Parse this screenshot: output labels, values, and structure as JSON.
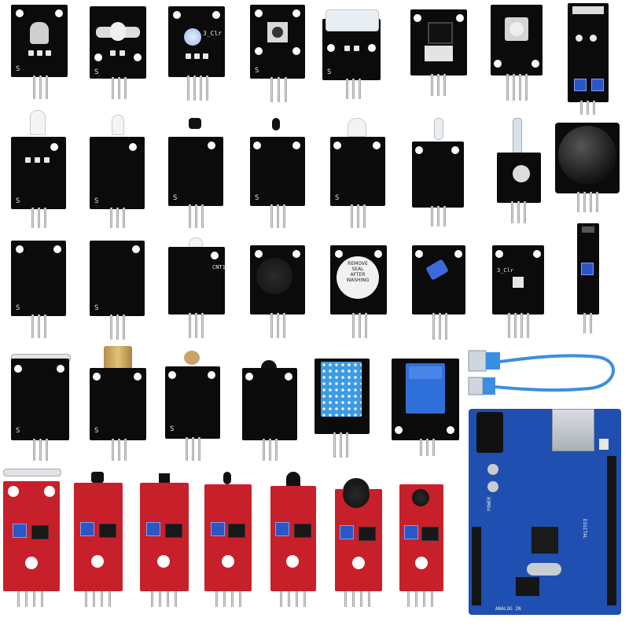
{
  "scene": {
    "description_alt": "",
    "background": "#ffffff",
    "colors": {
      "black_pcb": "#0b0b0b",
      "red_pcb": "#c8202a",
      "blue_pcb": "#1f4fb0",
      "usb_cable": "#3a8fe0"
    },
    "silkscreen": {
      "pin_label_s": "S",
      "buzzer_label_line1": "REMOVE",
      "buzzer_label_line2": "SEAL",
      "buzzer_label_line3": "AFTER",
      "buzzer_label_line4": "WASHING",
      "arduino_text_power": "POWER",
      "arduino_text_analog": "ANALOG IN",
      "arduino_text_digital": "DIGITAL",
      "label_clr": "3_Clr",
      "label_ntc": "CNT1"
    }
  }
}
